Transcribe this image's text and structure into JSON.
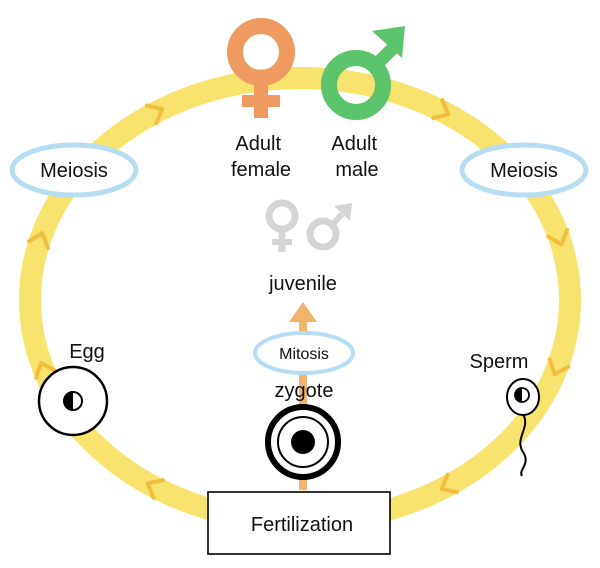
{
  "colors": {
    "cycle": "#F7E36E",
    "chevron": "#F3BE3E",
    "female": "#EE9A61",
    "male": "#5CC46B",
    "juvenile_symbols": "#D4D4D4",
    "meiosis_ring": "#B7DDF3",
    "mitosis_ring": "#B7DDF3",
    "arrow": "#F2B36B",
    "outline": "#000000"
  },
  "icons": {
    "female": "venus-symbol-icon",
    "male": "mars-symbol-icon",
    "juvenile": "juvenile-symbols-icon",
    "egg": "egg-cell-icon",
    "sperm": "sperm-cell-icon",
    "zygote": "zygote-cell-icon"
  },
  "labels": {
    "adult_female": [
      "Adult",
      "female"
    ],
    "adult_male": [
      "Adult",
      "male"
    ],
    "meiosis_left": "Meiosis",
    "meiosis_right": "Meiosis",
    "juvenile": "juvenile",
    "mitosis": "Mitosis",
    "zygote": "zygote",
    "egg": "Egg",
    "sperm": "Sperm",
    "fertilization": "Fertilization"
  }
}
